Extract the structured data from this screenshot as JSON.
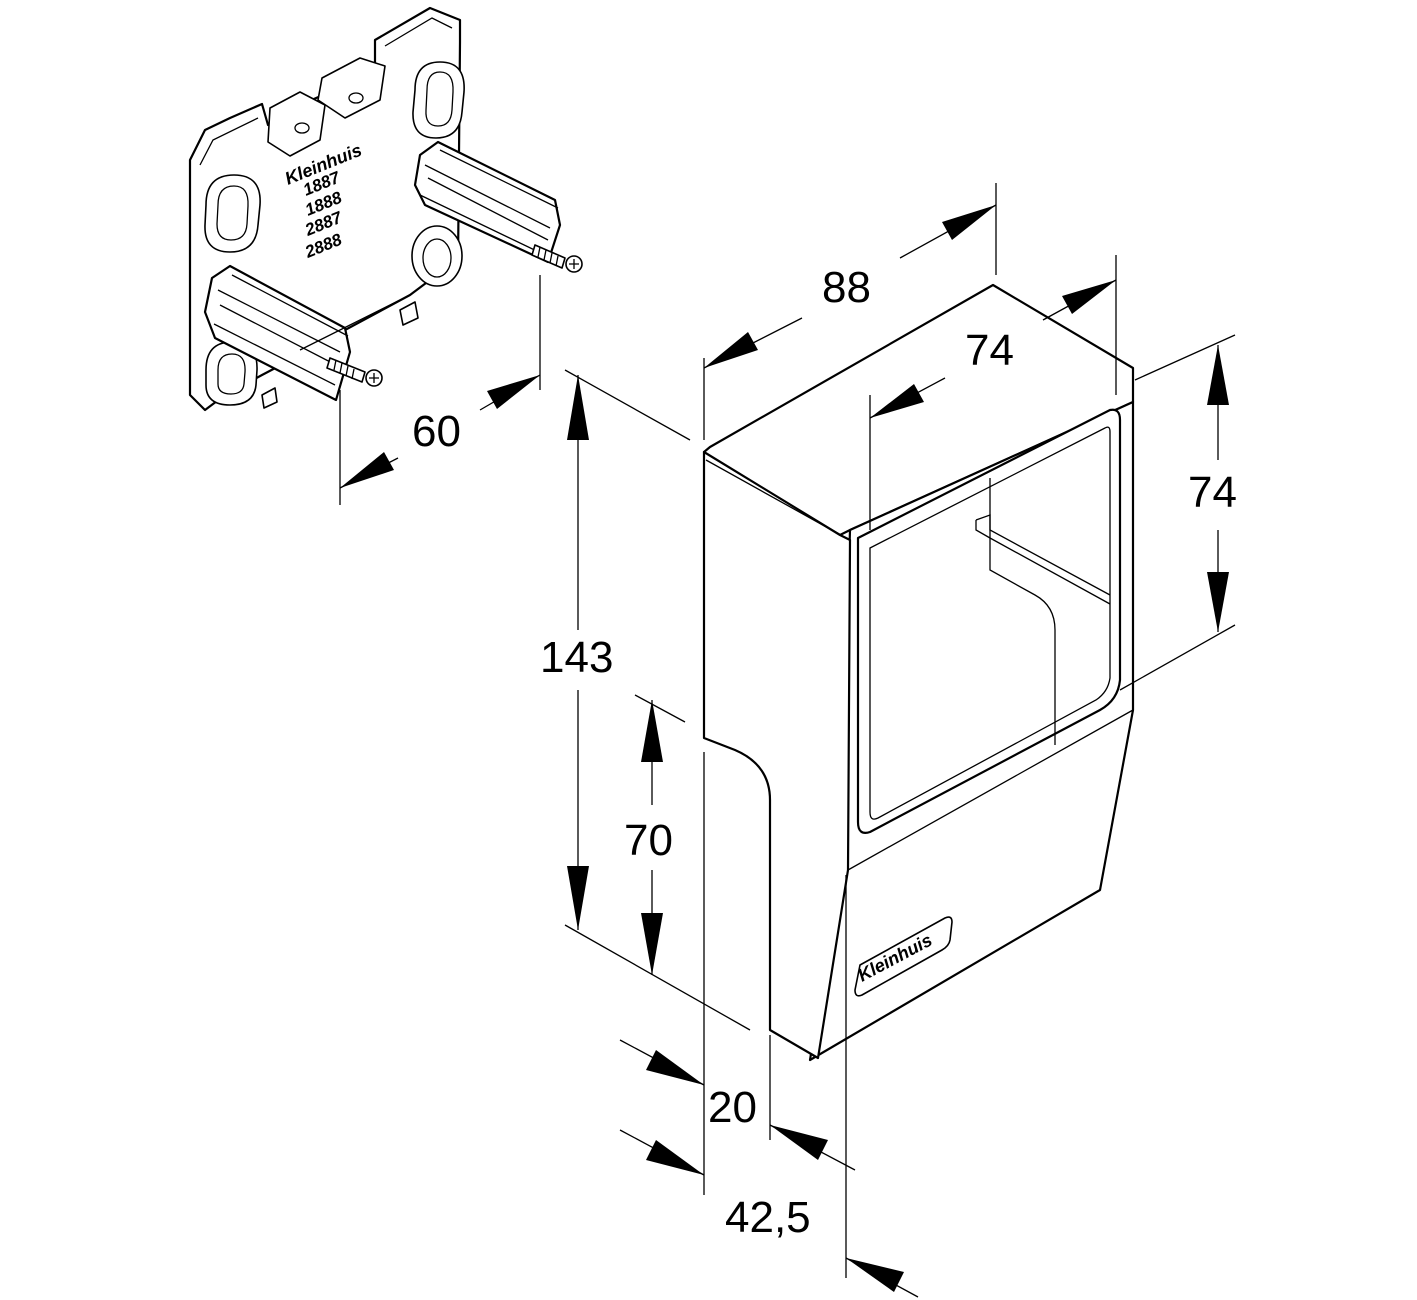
{
  "dimensions": {
    "width_88": "88",
    "depth_74": "74",
    "height_74": "74",
    "plate_60": "60",
    "total_143": "143",
    "lower_70": "70",
    "offset_20": "20",
    "depth_42_5": "42,5"
  },
  "plate_labels": {
    "brand": "Kleinhuis",
    "codes": [
      "1887",
      "1888",
      "2887",
      "2888"
    ]
  },
  "cover_logo": "Kleinhuis",
  "colors": {
    "line": "#000000",
    "background": "#ffffff"
  }
}
